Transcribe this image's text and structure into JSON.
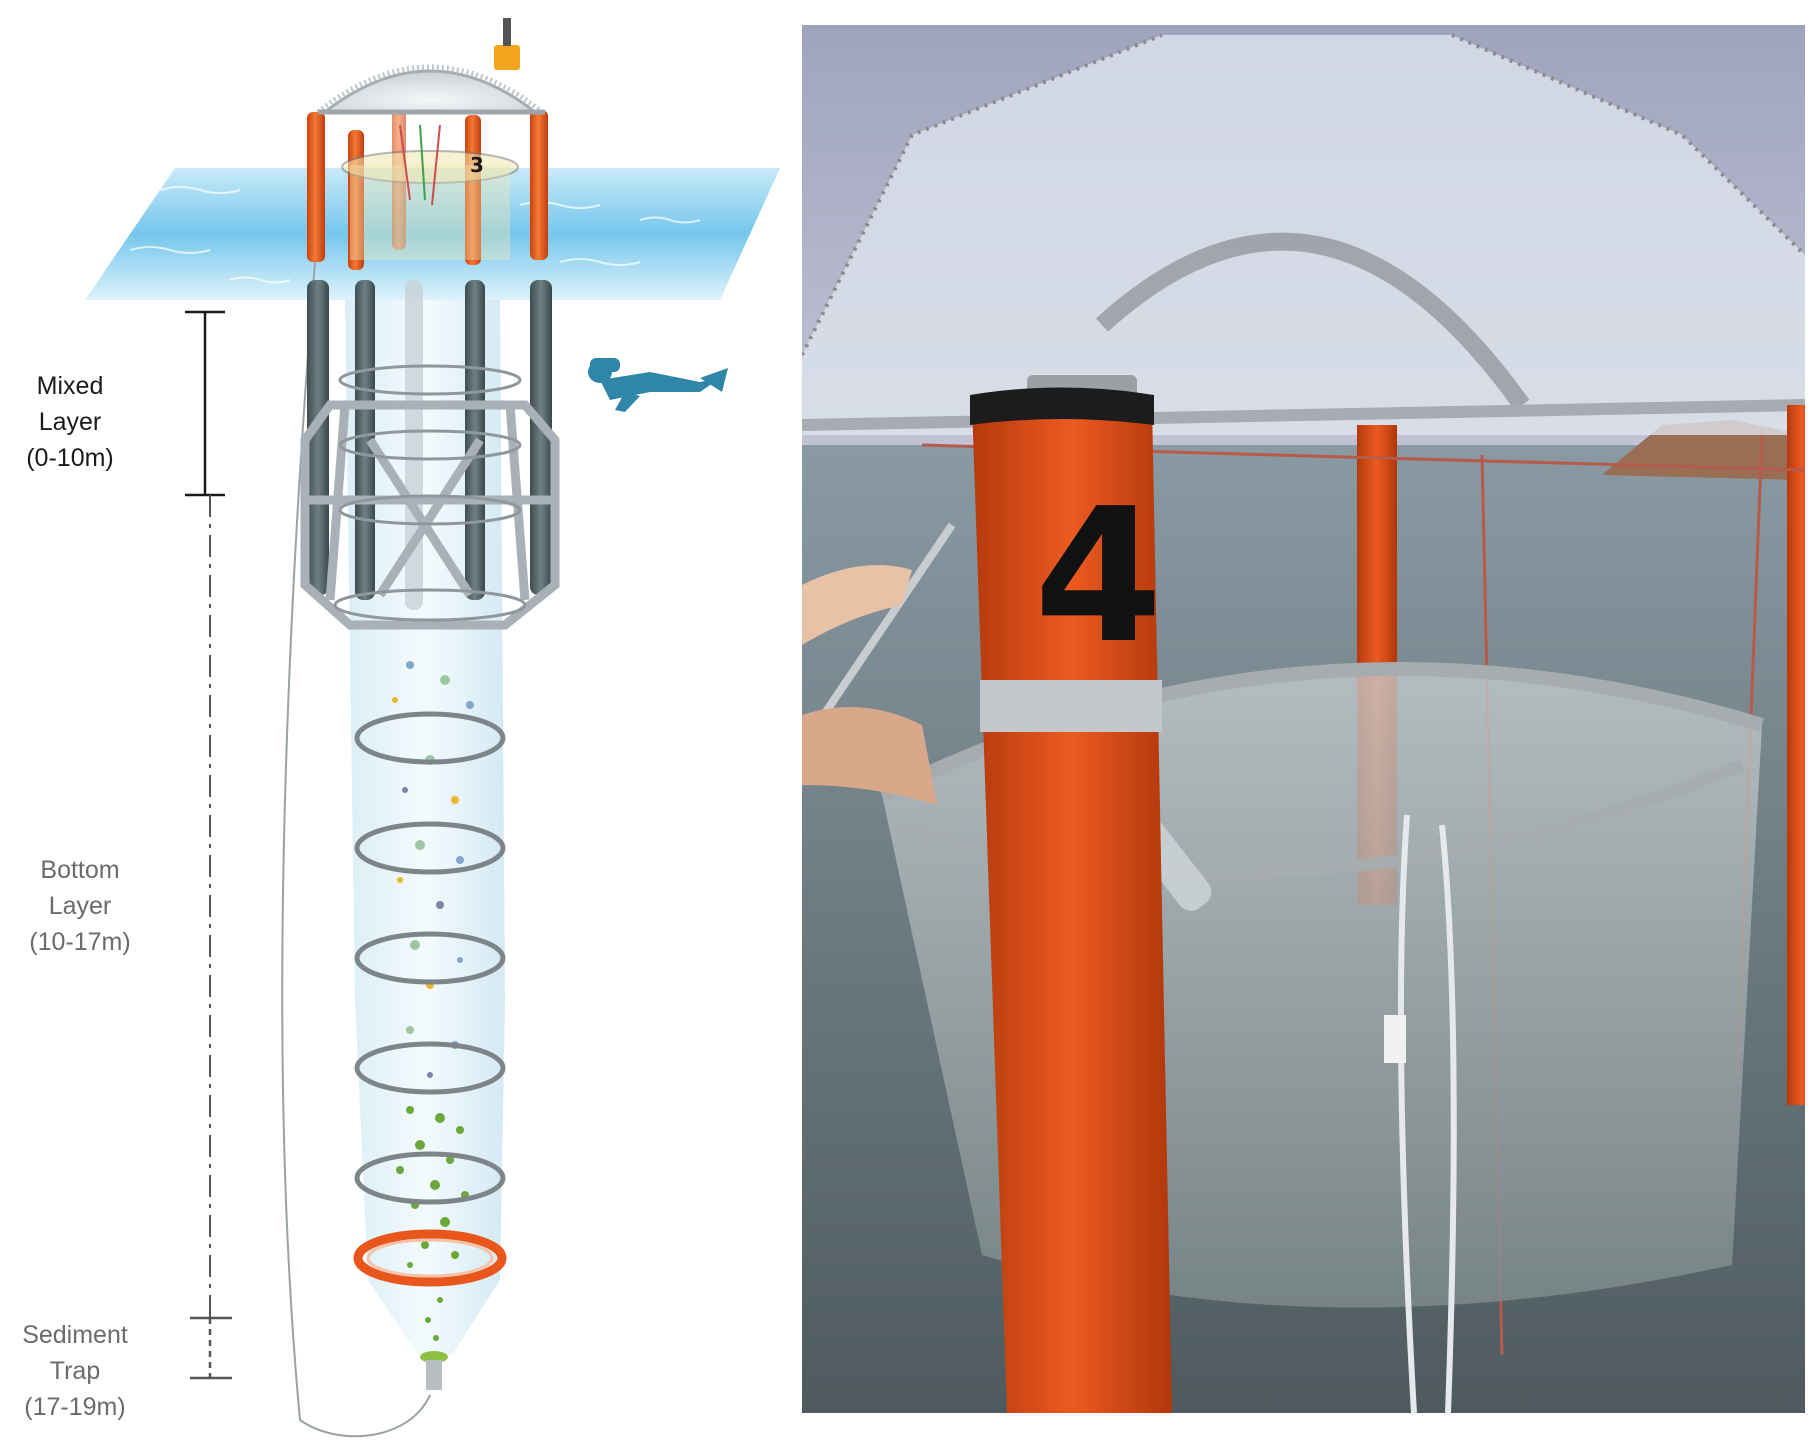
{
  "diagram": {
    "labels": {
      "mixed_layer": "Mixed\nLayer\n(0-10m)",
      "bottom_layer": "Bottom\nLayer\n(10-17m)",
      "sediment_trap": "Sediment\nTrap\n(17-19m)"
    },
    "tank_number": "3"
  },
  "photo": {
    "post_number": "4"
  },
  "colors": {
    "float_orange": "#e8561c",
    "water_blue": "#4fb3e6",
    "diver_blue": "#2f86a8",
    "frame_gray": "#a9b0b7",
    "sediment_green": "#6aa83a"
  }
}
